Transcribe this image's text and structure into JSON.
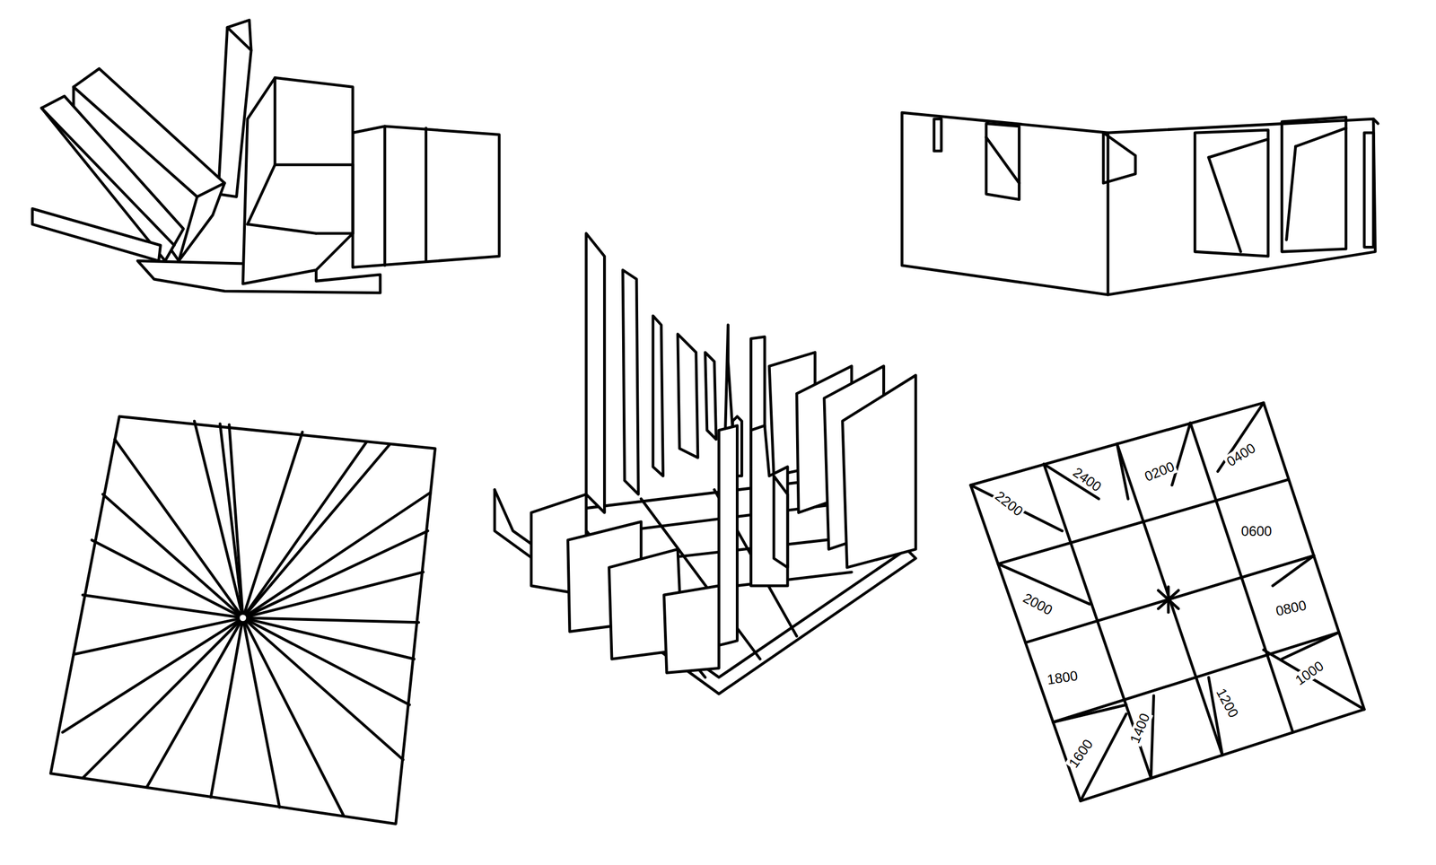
{
  "diagram": {
    "labels": [
      "2200",
      "2400",
      "0200",
      "0400",
      "0600",
      "2000",
      "0800",
      "1800",
      "1000",
      "1600",
      "1400",
      "1200"
    ]
  }
}
